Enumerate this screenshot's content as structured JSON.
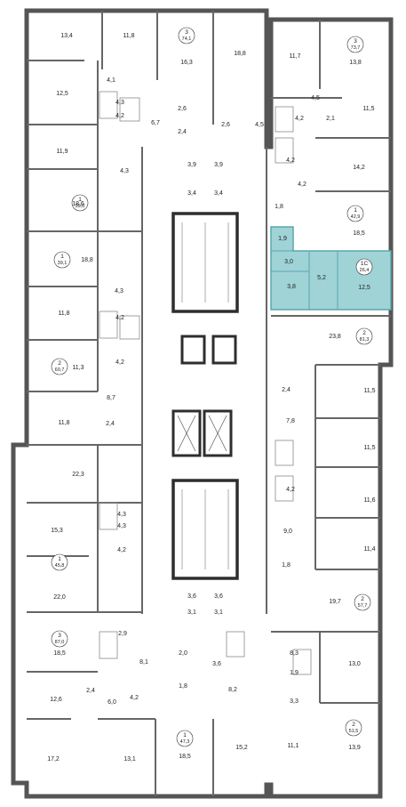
{
  "colors": {
    "wall": "#555555",
    "wall_dark": "#2e2e2e",
    "thin_line": "#9a9a9a",
    "highlight_fill": "#9fd3d6",
    "highlight_stroke": "#5aa7ad",
    "corridor": "#ffffff",
    "background": "#ffffff"
  },
  "apartments": [
    {
      "rooms": "3",
      "area": "74,1"
    },
    {
      "rooms": "3",
      "area": "73,7"
    },
    {
      "rooms": "1",
      "area": "39,0"
    },
    {
      "rooms": "1",
      "area": "42,9"
    },
    {
      "rooms": "1",
      "area": "39,1"
    },
    {
      "rooms": "1С",
      "area": "26,4",
      "highlighted": true
    },
    {
      "rooms": "2",
      "area": "81,3"
    },
    {
      "rooms": "2",
      "area": "60,7"
    },
    {
      "rooms": "1",
      "area": "45,8"
    },
    {
      "rooms": "2",
      "area": "57,7"
    },
    {
      "rooms": "3",
      "area": "87,0"
    },
    {
      "rooms": "1",
      "area": "47,3"
    },
    {
      "rooms": "2",
      "area": "51,5"
    }
  ],
  "room_areas": [
    "13,4",
    "11,8",
    "16,3",
    "18,8",
    "11,7",
    "13,8",
    "4,1",
    "12,5",
    "4,3",
    "4,2",
    "2,6",
    "2,4",
    "6,7",
    "2,6",
    "4,5",
    "4,5",
    "4,2",
    "2,1",
    "11,5",
    "11,9",
    "4,3",
    "3,9",
    "3,9",
    "3,4",
    "3,4",
    "4,2",
    "14,2",
    "18,6",
    "4,2",
    "1,8",
    "18,5",
    "1,9",
    "3,0",
    "5,2",
    "3,8",
    "12,5",
    "18,8",
    "4,3",
    "11,8",
    "4,2",
    "4,2",
    "23,8",
    "11,3",
    "8,7",
    "2,4",
    "11,5",
    "11,8",
    "2,4",
    "7,8",
    "22,3",
    "4,3",
    "11,5",
    "4,2",
    "11,6",
    "15,3",
    "4,3",
    "9,0",
    "4,2",
    "11,4",
    "1,8",
    "22,0",
    "3,6",
    "3,6",
    "3,1",
    "3,1",
    "19,7",
    "2,9",
    "18,5",
    "8,1",
    "2,0",
    "3,6",
    "8,3",
    "13,0",
    "1,8",
    "8,2",
    "1,9",
    "12,6",
    "2,4",
    "6,0",
    "4,2",
    "3,3",
    "17,2",
    "13,1",
    "18,5",
    "15,2",
    "11,1",
    "13,9"
  ]
}
